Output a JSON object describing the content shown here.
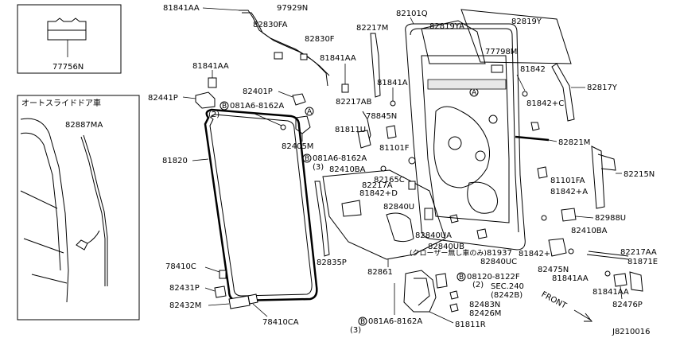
{
  "diagram": {
    "inset_title": "オートスライドドア車",
    "footer_code": "J8210016",
    "front_label": "FRONT",
    "callout_a": "A",
    "bolt_b": "B",
    "labels": {
      "p81841AA_top": "81841AA",
      "p97929N": "97929N",
      "p82830FA": "82830FA",
      "p82830F": "82830F",
      "p82217M": "82217M",
      "p82101Q": "82101Q",
      "p82819YA": "82819YA",
      "p82819Y": "82819Y",
      "p77756N": "77756N",
      "p81841AA_mid": "81841AA",
      "p81841AA_b": "81841AA",
      "p77798M": "77798M",
      "p81842": "81842",
      "p82817Y": "82817Y",
      "p82441P": "82441P",
      "p82401P": "82401P",
      "p82217AB": "82217AB",
      "p81841A": "81841A",
      "p81842C": "81842+C",
      "p081A6_8162A_1": "081A6-8162A",
      "p081A6_8162A_1_qty": "(2)",
      "p78845N": "78845N",
      "p82887MA": "82887MA",
      "p81811U": "81811U",
      "p81101F": "81101F",
      "p82405M": "82405M",
      "p82821M": "82821M",
      "p81820": "81820",
      "p081A6_8162A_2": "081A6-8162A",
      "p081A6_8162A_2_qty": "(3)",
      "p82410BA": "82410BA",
      "p82165C": "82165C",
      "p81101FA": "81101FA",
      "p82215N": "82215N",
      "p82217A": "82217A",
      "p81842D": "81842+D",
      "p81842A": "81842+A",
      "p82840U": "82840U",
      "p82988U": "82988U",
      "p82840UA": "82840UA",
      "p82410BA_b": "82410BA",
      "p82840UB": "82840UB",
      "p82840UB_note": "(クローザー無し車のみ)",
      "p81842B": "81842+B",
      "p82217AA": "82217AA",
      "p78410C": "78410C",
      "p82835P": "82835P",
      "p81937": "81937",
      "p82840UC": "82840UC",
      "p82475N": "82475N",
      "p81871E": "81871E",
      "p82861": "82861",
      "p08120_8122F": "08120-8122F",
      "p08120_8122F_qty": "(2)",
      "p81841AA_c": "81841AA",
      "p82431P": "82431P",
      "pSEC240": "SEC.240",
      "pSEC240_ref": "(8242B)",
      "p81841AA_d": "81841AA",
      "p82432M": "82432M",
      "p82483N": "82483N",
      "p82426M": "82426M",
      "p82476P": "82476P",
      "p78410CA": "78410CA",
      "p081A6_8162A_3": "081A6-8162A",
      "p081A6_8162A_3_qty": "(3)",
      "p81811R": "81811R"
    }
  }
}
